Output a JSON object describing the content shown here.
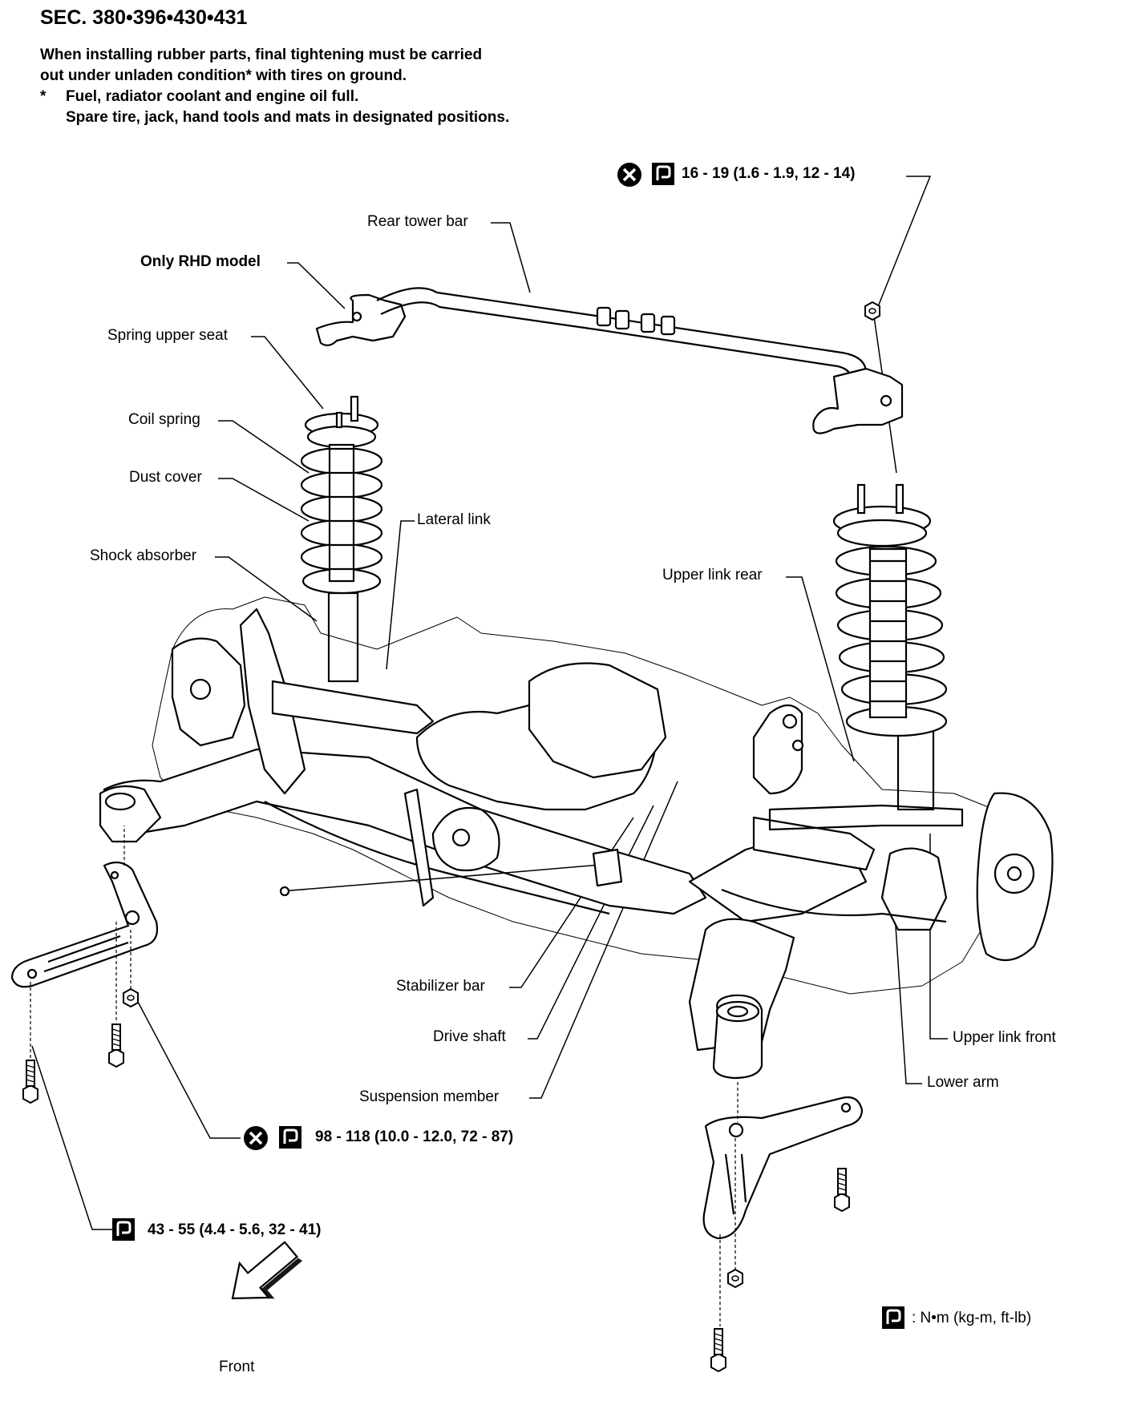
{
  "header": {
    "section": "SEC. 380•396•430•431",
    "note_line1": "When installing rubber parts, final tightening must be carried",
    "note_line2": "out under unladen condition* with tires on ground.",
    "note_star": "*",
    "note_line3": "Fuel, radiator coolant and engine oil full.",
    "note_line4": "Spare tire, jack, hand tools and mats in designated positions."
  },
  "labels": {
    "rear_tower_bar": "Rear tower bar",
    "only_rhd": "Only RHD model",
    "spring_upper_seat": "Spring upper seat",
    "coil_spring": "Coil spring",
    "dust_cover": "Dust cover",
    "lateral_link": "Lateral link",
    "shock_absorber": "Shock absorber",
    "upper_link_rear": "Upper link rear",
    "stabilizer_bar": "Stabilizer bar",
    "drive_shaft": "Drive shaft",
    "suspension_member": "Suspension member",
    "upper_link_front": "Upper link front",
    "lower_arm": "Lower arm",
    "front": "Front"
  },
  "torques": {
    "top": "16 - 19 (1.6 - 1.9, 12 - 14)",
    "middle": "98 - 118 (10.0 - 12.0, 72 - 87)",
    "bottom": "43 - 55 (4.4 - 5.6, 32 - 41)"
  },
  "legend": {
    "text": ": N•m (kg-m, ft-lb)"
  },
  "icons": {
    "replace": "x-circle-icon",
    "torque": "torque-wrench-icon",
    "front_arrow": "arrow-down-left-icon"
  }
}
